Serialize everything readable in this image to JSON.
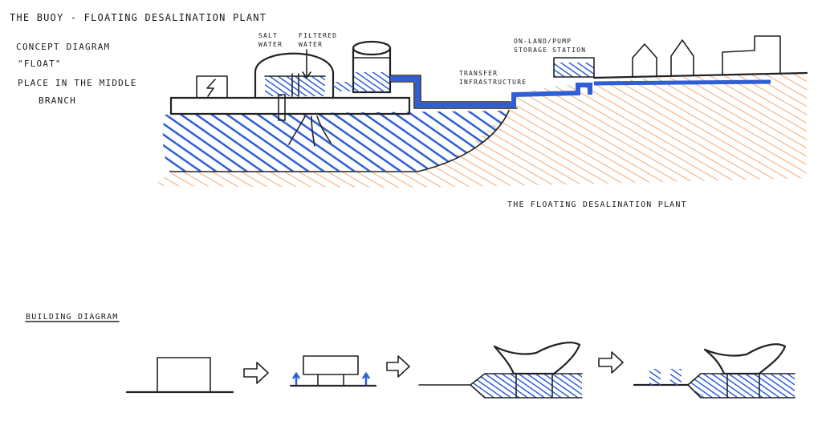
{
  "title": "The Buoy - Floating Desalination Plant",
  "notes": [
    "Concept Diagram",
    "\"Float\"",
    "Place in the middle",
    "branch"
  ],
  "labels": {
    "salt_water": [
      "Salt",
      "water"
    ],
    "filtered_water": [
      "Filtered",
      "water"
    ],
    "transfer": [
      "Transfer",
      "infrastructure"
    ],
    "storage": [
      "On-land/Pump",
      "storage station"
    ],
    "caption": "The Floating Desalination Plant"
  },
  "building_diagram": "Building Diagram",
  "colors": {
    "water": "#2f5fd6",
    "land": "#f0b080",
    "ink": "#222222"
  }
}
